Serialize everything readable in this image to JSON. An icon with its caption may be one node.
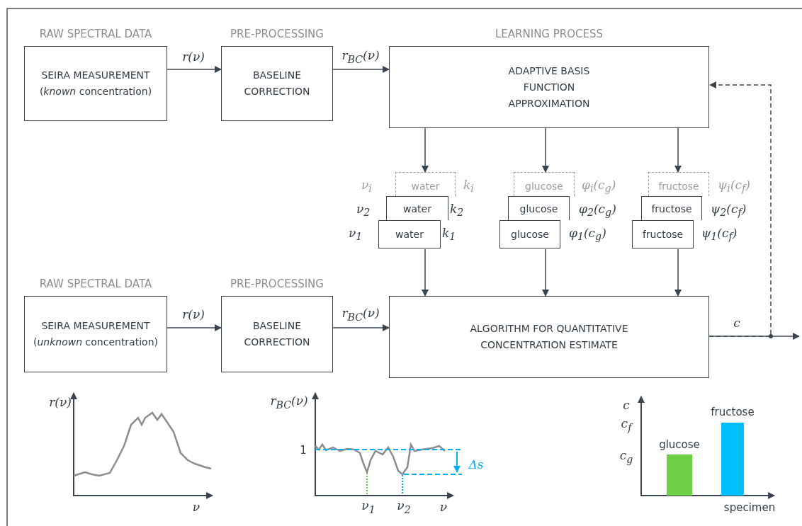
{
  "diagram": {
    "nodes": [
      {
        "text": [
          "RAW SPECTRAL DATA",
          "SEIRA MEASUREMENT (*known* concentration)"
        ]
      },
      {
        "text": [
          "PRE-PROCESSING",
          "BASELINE CORRECTION"
        ]
      },
      {
        "text": [
          "LEARNING PROCESS",
          "ADAPTIVE BASIS FUNCTION APPROXIMATION"
        ]
      },
      {
        "text": [
          "water"
        ],
        "beside": [
          "ν$_{i}$",
          "k$_{i}$"
        ]
      },
      {
        "text": [
          "glucose"
        ],
        "beside": [
          "φ$_{i}$(c$_{g}$)"
        ]
      },
      {
        "text": [
          "fructose"
        ],
        "beside": [
          "ψ$_{i}$(c$_{f}$)"
        ]
      },
      {
        "text": [
          "water"
        ],
        "beside": [
          "ν$_{2}$",
          "k$_{2}$"
        ]
      },
      {
        "text": [
          "glucose"
        ],
        "beside": [
          "φ$_{2}$(c$_{g}$)"
        ]
      },
      {
        "text": [
          "fructose"
        ],
        "beside": [
          "ψ$_{2}$(c$_{f}$)"
        ]
      },
      {
        "text": [
          "water"
        ],
        "beside": [
          "ν$_{1}$",
          "k$_{1}$"
        ]
      },
      {
        "text": [
          "glucose"
        ],
        "beside": [
          "φ$_{1}$(c$_{g}$)"
        ]
      },
      {
        "text": [
          "fructose"
        ],
        "beside": [
          "ψ$_{1}$(c$_{f}$)"
        ]
      },
      {
        "text": [
          "RAW SPECTRAL DATA",
          "SEIRA MEASUREMENT (*unknown* concentration)"
        ]
      },
      {
        "text": [
          "PRE-PROCESSING",
          "BASELINE CORRECTION"
        ]
      },
      {
        "text": [
          "ALGORITHM FOR QUANTITATIVE CONCENTRATION ESTIMATE"
        ]
      }
    ],
    "edges": [
      {
        "from": 0,
        "to": 1,
        "arrow": "to",
        "label": "r(ν)"
      },
      {
        "from": 1,
        "to": 2,
        "arrow": "to",
        "label": "r$_{BC}$(ν)"
      },
      {
        "from": 2,
        "to": 3,
        "arrow": "to"
      },
      {
        "from": 2,
        "to": 4,
        "arrow": "to"
      },
      {
        "from": 2,
        "to": 5,
        "arrow": "to"
      },
      {
        "from": 9,
        "to": 14,
        "arrow": "to"
      },
      {
        "from": 10,
        "to": 14,
        "arrow": "to"
      },
      {
        "from": 11,
        "to": 14,
        "arrow": "to"
      },
      {
        "from": 12,
        "to": 13,
        "arrow": "to",
        "label": "r(ν)"
      },
      {
        "from": 13,
        "to": 14,
        "arrow": "to",
        "label": "r$_{BC}$(ν)"
      },
      {
        "from": 14,
        "to": null,
        "arrow": "to",
        "label": "c"
      },
      {
        "from": 14,
        "to": 2,
        "arrow": "to",
        "style": "dashed"
      }
    ],
    "labels": [
      "r(ν)",
      "ν",
      "r$_{BC}$(ν)",
      "1",
      "Δs",
      "ν$_{1}$",
      "ν$_{2}$",
      "ν",
      "c",
      "c$_{f}$",
      "c$_{g}$",
      "glucose",
      "fructose",
      "specimen"
    ]
  }
}
